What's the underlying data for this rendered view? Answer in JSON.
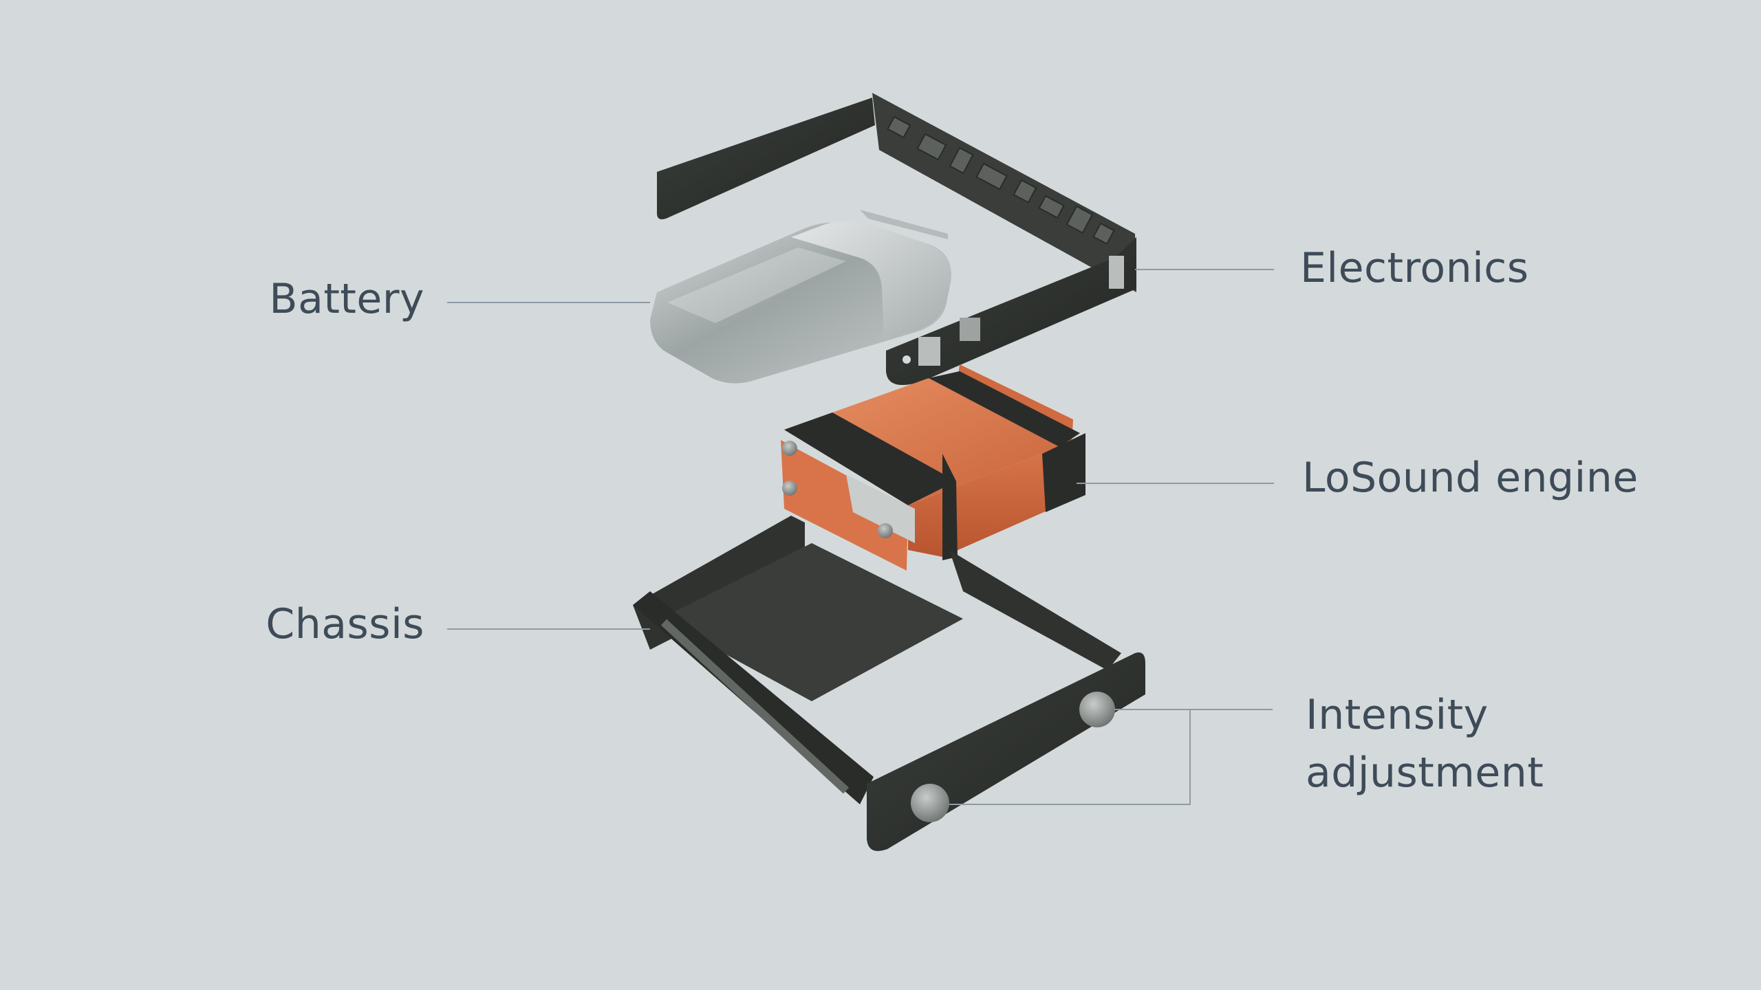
{
  "labels": {
    "battery": "Battery",
    "chassis": "Chassis",
    "electronics": "Electronics",
    "engine": "LoSound engine",
    "intensity_line1": "Intensity",
    "intensity_line2": "adjustment"
  },
  "colors": {
    "background": "#d4dadb",
    "label_text": "#3e4b58",
    "leader_line": "#8f9ba3",
    "copper": "#d9744a",
    "dark_frame": "#2e312e",
    "battery_metal": "#a9b0b0"
  }
}
